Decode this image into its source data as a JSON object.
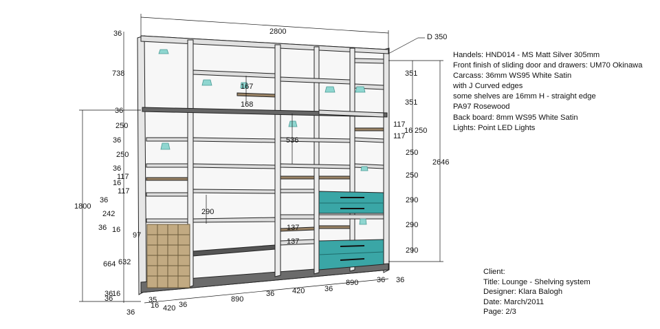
{
  "notes": {
    "lines": [
      "Handels: HND014 - MS Matt Silver 305mm",
      "Front finish of sliding door and drawers: UM70 Okinawa",
      "Carcass: 36mm WS95 White Satin",
      "with J Curved edges",
      "some shelves are 16mm H - straight edge",
      "PA97 Rosewood",
      "Back board: 8mm WS95 White Satin",
      "Lights: Point LED Lights"
    ]
  },
  "title_block": {
    "client": "Client:",
    "title": "Title: Lounge - Shelving system",
    "designer": "Designer: Klara Balogh",
    "date": "Date: March/2011",
    "page": "Page: 2/3"
  },
  "dimensions": {
    "overall_width": "2800",
    "depth": "D 350",
    "overall_height": "2646",
    "left_height": "1800",
    "left_col": [
      "36",
      "738",
      "36",
      "250",
      "36",
      "250",
      "36",
      "16",
      "117",
      "36",
      "117",
      "242",
      "36",
      "16",
      "664",
      "632",
      "36",
      "16",
      "97"
    ],
    "right_col": [
      "351",
      "351",
      "117",
      "16",
      "250",
      "117",
      "250",
      "250",
      "290",
      "290",
      "290",
      "36"
    ],
    "inner": [
      "167",
      "168",
      "536",
      "290",
      "137",
      "137"
    ],
    "bottom": [
      "36",
      "16",
      "420",
      "36",
      "890",
      "36",
      "420",
      "36",
      "890",
      "36",
      "36",
      "35"
    ]
  },
  "colors": {
    "drawer_front": "#3aa6a6",
    "rosewood": "#9b8466",
    "carcass": "#ffffff",
    "shadow": "#6b6b6b",
    "light": "#8fd6d0"
  }
}
